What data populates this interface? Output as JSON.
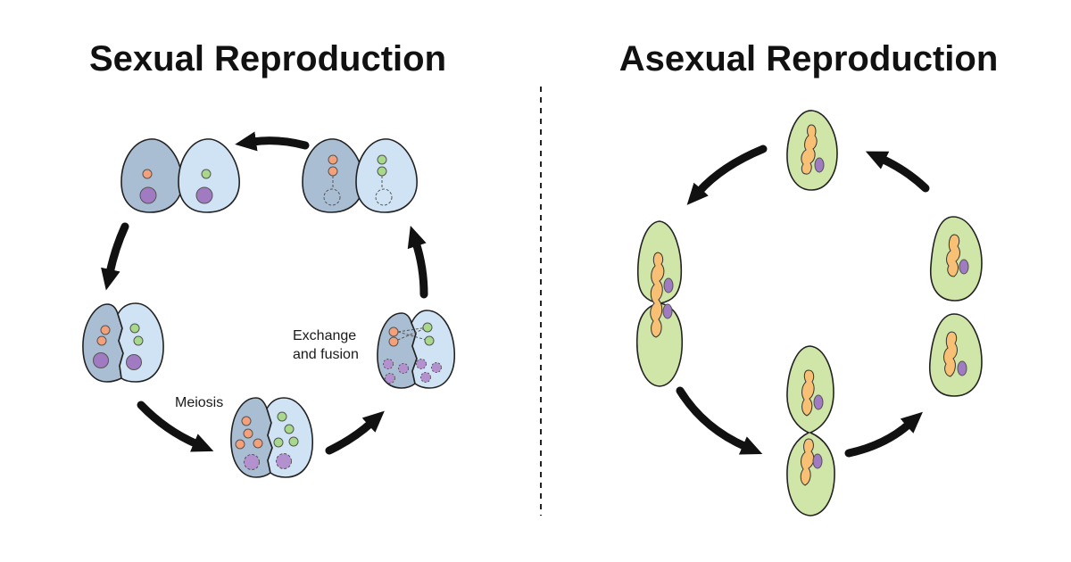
{
  "panels": {
    "sexual": {
      "title": "Sexual Reproduction",
      "labels": {
        "exchange_line1": "Exchange",
        "exchange_line2": "and fusion",
        "meiosis": "Meiosis"
      }
    },
    "asexual": {
      "title": "Asexual Reproduction"
    }
  },
  "colors": {
    "cell_dark_blue": "#a9bdd3",
    "cell_light_blue": "#cfe3f4",
    "chromosome_orange": "#f4a07a",
    "chromosome_green": "#a8d98b",
    "nucleus_purple": "#a07bc2",
    "nucleus_purple_dashed": "#b391cf",
    "asexual_cell_green": "#cfe6a8",
    "asexual_chromosome": "#f8c074",
    "arrow": "#111111"
  }
}
